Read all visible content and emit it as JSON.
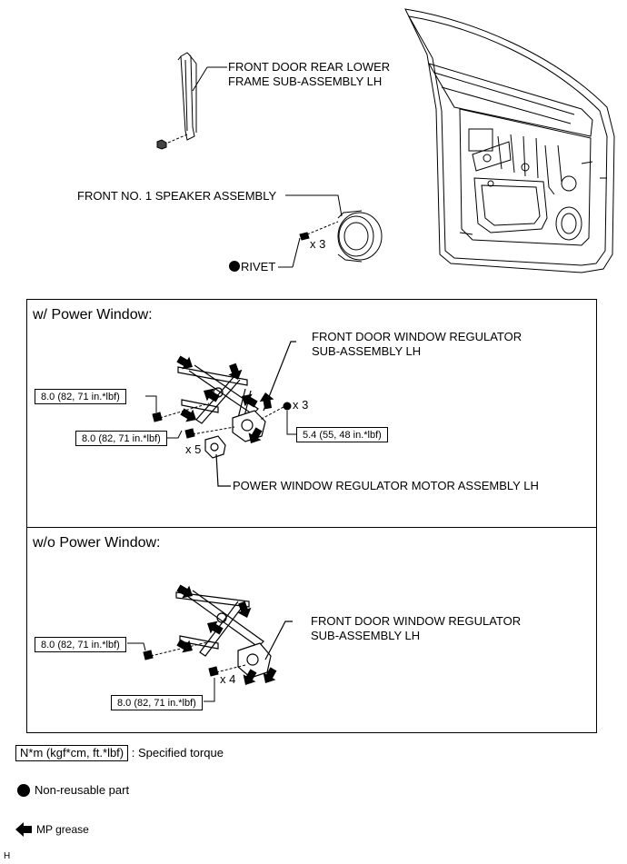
{
  "top": {
    "rear_frame_label_line1": "FRONT DOOR REAR LOWER",
    "rear_frame_label_line2": "FRAME SUB-ASSEMBLY LH",
    "speaker_label": "FRONT NO. 1 SPEAKER ASSEMBLY",
    "rivet_label": "RIVET",
    "rivet_qty": "x 3"
  },
  "power_window": {
    "title": "w/ Power Window:",
    "regulator_label_line1": "FRONT DOOR WINDOW REGULATOR",
    "regulator_label_line2": "SUB-ASSEMBLY LH",
    "motor_label": "POWER WINDOW REGULATOR MOTOR ASSEMBLY LH",
    "torque_a": "8.0 (82, 71 in.*lbf)",
    "torque_b": "8.0 (82, 71 in.*lbf)",
    "torque_c": "5.4 (55, 48 in.*lbf)",
    "qty_x3": "x 3",
    "qty_x5": "x 5"
  },
  "manual_window": {
    "title": "w/o Power Window:",
    "regulator_label_line1": "FRONT DOOR WINDOW REGULATOR",
    "regulator_label_line2": "SUB-ASSEMBLY LH",
    "torque_a": "8.0 (82, 71 in.*lbf)",
    "torque_b": "8.0 (82, 71 in.*lbf)",
    "qty_x4": "x 4"
  },
  "legend": {
    "torque_unit": "N*m (kgf*cm, ft.*lbf)",
    "torque_desc": ": Specified torque",
    "non_reusable": "Non-reusable part",
    "mp_grease": "MP grease"
  },
  "footer_mark": "H"
}
